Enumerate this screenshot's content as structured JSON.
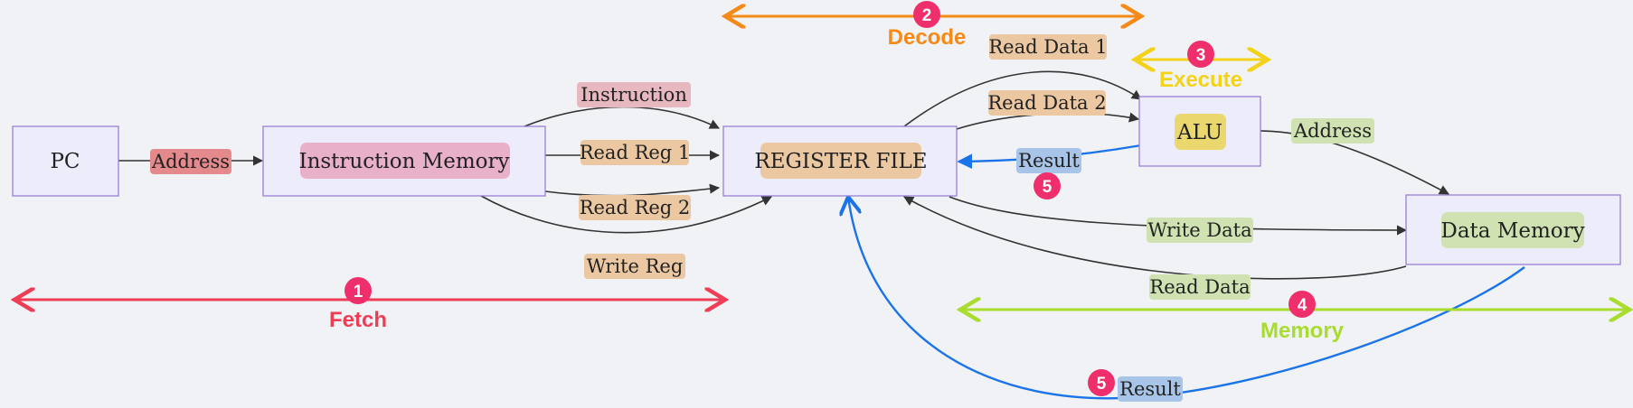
{
  "nodes": {
    "pc": "PC",
    "instruction_memory": "Instruction Memory",
    "register_file": "REGISTER FILE",
    "alu": "ALU",
    "data_memory": "Data Memory"
  },
  "edges": {
    "address_pc": "Address",
    "instruction": "Instruction",
    "read_reg_1": "Read Reg 1",
    "read_reg_2": "Read Reg 2",
    "write_reg": "Write Reg",
    "read_data_1": "Read Data 1",
    "read_data_2": "Read Data 2",
    "result_alu": "Result",
    "address_alu": "Address",
    "write_data": "Write Data",
    "read_data": "Read Data",
    "result_mem": "Result"
  },
  "stages": {
    "fetch": {
      "label": "Fetch",
      "number": "1"
    },
    "decode": {
      "label": "Decode",
      "number": "2"
    },
    "execute": {
      "label": "Execute",
      "number": "3"
    },
    "memory": {
      "label": "Memory",
      "number": "4"
    },
    "writeback": {
      "number": "5"
    }
  },
  "colors": {
    "node_fill": "#ececfb",
    "node_stroke": "#9b7fd6",
    "edge": "#333333",
    "fetch": "#ee3e55",
    "decode": "#f58a18",
    "execute": "#f2d31a",
    "memory": "#a8dc2e",
    "result_path": "#1a73e8",
    "badge": "#ee2f6b"
  }
}
